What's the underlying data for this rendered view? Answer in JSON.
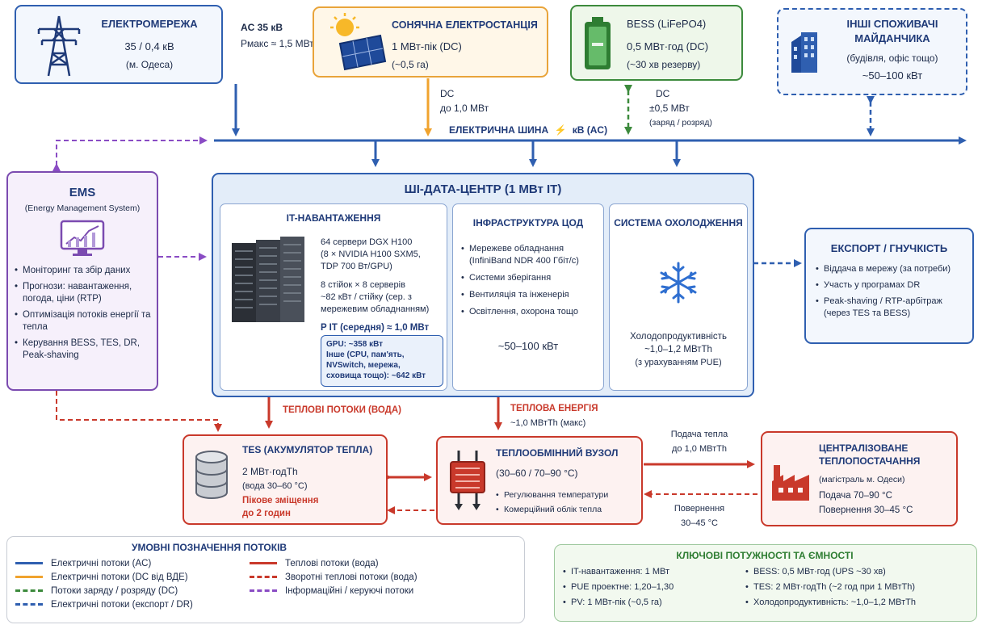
{
  "grid": {
    "title": "ЕЛЕКТРОМЕРЕЖА",
    "line1": "35 / 0,4 кВ",
    "line2": "(м. Одеса)",
    "conn1": "AC 35 кВ",
    "conn2": "Pмакс ≈ 1,5 МВт"
  },
  "solar": {
    "title": "СОНЯЧНА ЕЛЕКТРОСТАНЦІЯ",
    "line1": "1 МВт-пік (DC)",
    "line2": "(~0,5 га)",
    "conn1": "DC",
    "conn2": "до 1,0 МВт"
  },
  "bess": {
    "title": "BESS (LiFePO4)",
    "line1": "0,5 МВт·год (DC)",
    "line2": "(~30 хв резерву)",
    "conn1": "DC",
    "conn2": "±0,5 МВт",
    "conn3": "(заряд / розряд)"
  },
  "others": {
    "title1": "ІНШІ СПОЖИВАЧІ",
    "title2": "МАЙДАНЧИКА",
    "line1": "(будівля, офіс тощо)",
    "line2": "~50–100 кВт"
  },
  "bus": {
    "label": "ЕЛЕКТРИЧНА ШИНА",
    "suffix": "кВ (AC)"
  },
  "ems": {
    "title": "EMS",
    "subtitle": "(Energy Management System)",
    "items": [
      "Моніторинг та збір даних",
      "Прогнози: навантаження, погода, ціни (RTP)",
      "Оптимізація потоків енергії та тепла",
      "Керування BESS, TES, DR, Peak-shaving"
    ]
  },
  "dc": {
    "title": "ШІ-ДАТА-ЦЕНТР (1 МВт IT)",
    "it": {
      "title": "IT-НАВАНТАЖЕННЯ",
      "p1": "64 сервери DGX H100",
      "p2": "(8 × NVIDIA H100 SXM5,",
      "p3": "TDP 700 Вт/GPU)",
      "p4": "8 стійок × 8 серверів",
      "p5": "~82 кВт / стійку (сер. з",
      "p6": "мережевим обладнанням)",
      "power": "P IT (середня) ≈ 1,0 МВт",
      "gpu": "GPU: ~358 кВт",
      "other1": "Інше (CPU, пам'ять,",
      "other2": "NVSwitch, мережа,",
      "other3": "сховища тощо): ~642 кВт"
    },
    "infra": {
      "title": "ІНФРАСТРУКТУРА ЦОД",
      "items": [
        "Мережеве обладнання (InfiniBand NDR 400 Гбіт/с)",
        "Системи зберігання",
        "Вентиляція та інженерія",
        "Освітлення, охорона тощо"
      ],
      "power": "~50–100 кВт"
    },
    "cool": {
      "title": "СИСТЕМА ОХОЛОДЖЕННЯ",
      "line1": "Холодопродуктивність",
      "line2": "~1,0–1,2 МВтTh",
      "line3": "(з урахуванням PUE)"
    }
  },
  "export": {
    "title": "ЕКСПОРТ / ГНУЧКІСТЬ",
    "items": [
      "Віддача в мережу (за потреби)",
      "Участь у програмах DR",
      "Peak-shaving / RTP-арбітраж (через TES та BESS)"
    ]
  },
  "flows": {
    "heat_water": "ТЕПЛОВІ ПОТОКИ (ВОДА)",
    "heat_energy": "ТЕПЛОВА ЕНЕРГІЯ",
    "heat_energy_val": "~1,0 МВтTh (макс)",
    "supply1": "Подача тепла",
    "supply2": "до 1,0 МВтTh",
    "return1": "Повернення",
    "return2": "30–45 °C"
  },
  "tes": {
    "title": "TES (АКУМУЛЯТОР ТЕПЛА)",
    "line1": "2 МВт·годTh",
    "line2": "(вода 30–60 °C)",
    "peak1": "Пікове зміщення",
    "peak2": "до 2 годин"
  },
  "hx": {
    "title": "ТЕПЛООБМІННИЙ ВУЗОЛ",
    "line1": "(30–60 / 70–90 °C)",
    "items": [
      "Регулювання температури",
      "Комерційний облік тепла"
    ]
  },
  "dh": {
    "title1": "ЦЕНТРАЛІЗОВАНЕ",
    "title2": "ТЕПЛОПОСТАЧАННЯ",
    "line1": "(магістраль м. Одеси)",
    "line2": "Подача 70–90 °C",
    "line3": "Повернення 30–45 °C"
  },
  "legend": {
    "title": "УМОВНІ ПОЗНАЧЕННЯ ПОТОКІВ",
    "items": [
      "Електричні потоки (AC)",
      "Електричні потоки (DC від ВДЕ)",
      "Потоки заряду / розряду (DC)",
      "Електричні потоки (експорт / DR)",
      "Теплові потоки (вода)",
      "Зворотні теплові потоки (вода)",
      "Інформаційні / керуючі потоки"
    ]
  },
  "kpi": {
    "title": "КЛЮЧОВІ ПОТУЖНОСТІ ТА ЄМНОСТІ",
    "left": [
      "IT-навантаження: 1 МВт",
      "PUE проектне: 1,20–1,30",
      "PV: 1 МВт-пік (~0,5 га)"
    ],
    "right": [
      "BESS: 0,5 МВт·год (UPS ~30 хв)",
      "TES: 2 МВт·годTh (~2 год при 1 МВтTh)",
      "Холодопродуктивність: ~1,0–1,2 МВтTh"
    ]
  },
  "colors": {
    "ac": "#2f5fb0",
    "dc": "#f0a32e",
    "bess": "#3c8a3c",
    "heat": "#c9392b",
    "info": "#8a4cc4"
  }
}
